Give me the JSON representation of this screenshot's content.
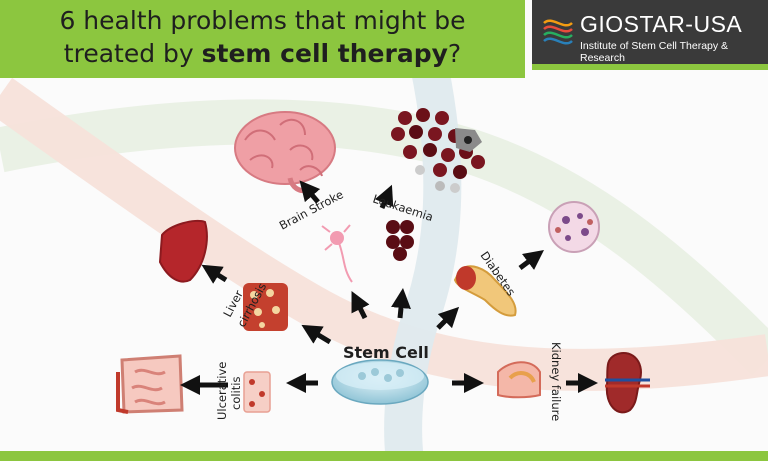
{
  "header": {
    "title_line1": "6 health problems that might be",
    "title_line2_pre": "treated by ",
    "title_line2_bold": "stem cell therapy",
    "title_line2_post": "?"
  },
  "brand": {
    "name": "GIOSTAR-USA",
    "tagline": "Institute of Stem Cell Therapy & Research",
    "logo_icon": "helix-icon"
  },
  "diagram": {
    "center_label": "Stem Cell",
    "conditions": [
      {
        "id": "brain-stroke",
        "label": "Brain Stroke",
        "organ_icon": "brain-icon"
      },
      {
        "id": "leukaemia",
        "label": "Leukaemia",
        "organ_icon": "blood-cells-icon"
      },
      {
        "id": "diabetes",
        "label": "Diabetes",
        "organ_icon": "pancreas-icon"
      },
      {
        "id": "liver-cirrhosis",
        "label_line1": "Liver",
        "label_line2": "cirrhosis",
        "organ_icon": "liver-icon"
      },
      {
        "id": "ulcerative-colitis",
        "label_line1": "Ulcerative",
        "label_line2": "colitis",
        "organ_icon": "intestine-icon"
      },
      {
        "id": "kidney-failure",
        "label": "Kidney failure",
        "organ_icon": "kidney-icon"
      }
    ]
  },
  "colors": {
    "accent_green": "#8cc63f",
    "brand_dark": "#3a3a3a",
    "arrow": "#111111"
  }
}
